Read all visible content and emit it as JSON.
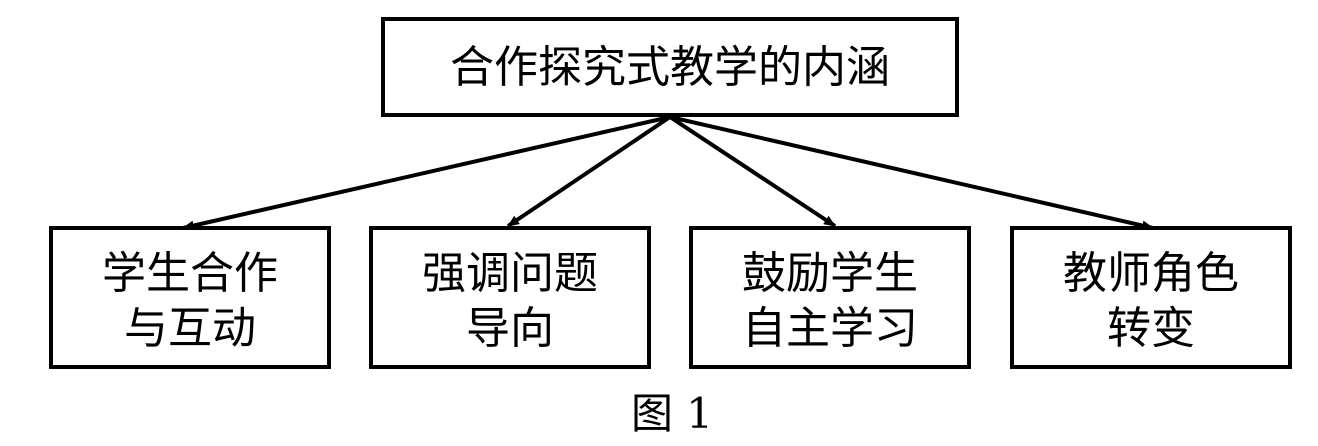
{
  "root": {
    "label": "合作探究式教学的内涵"
  },
  "children": [
    {
      "lines": [
        "学生合作",
        "与互动"
      ]
    },
    {
      "lines": [
        "强调问题",
        "导向"
      ]
    },
    {
      "lines": [
        "鼓励学生",
        "自主学习"
      ]
    },
    {
      "lines": [
        "教师角色",
        "转变"
      ]
    }
  ],
  "caption": "图 1"
}
